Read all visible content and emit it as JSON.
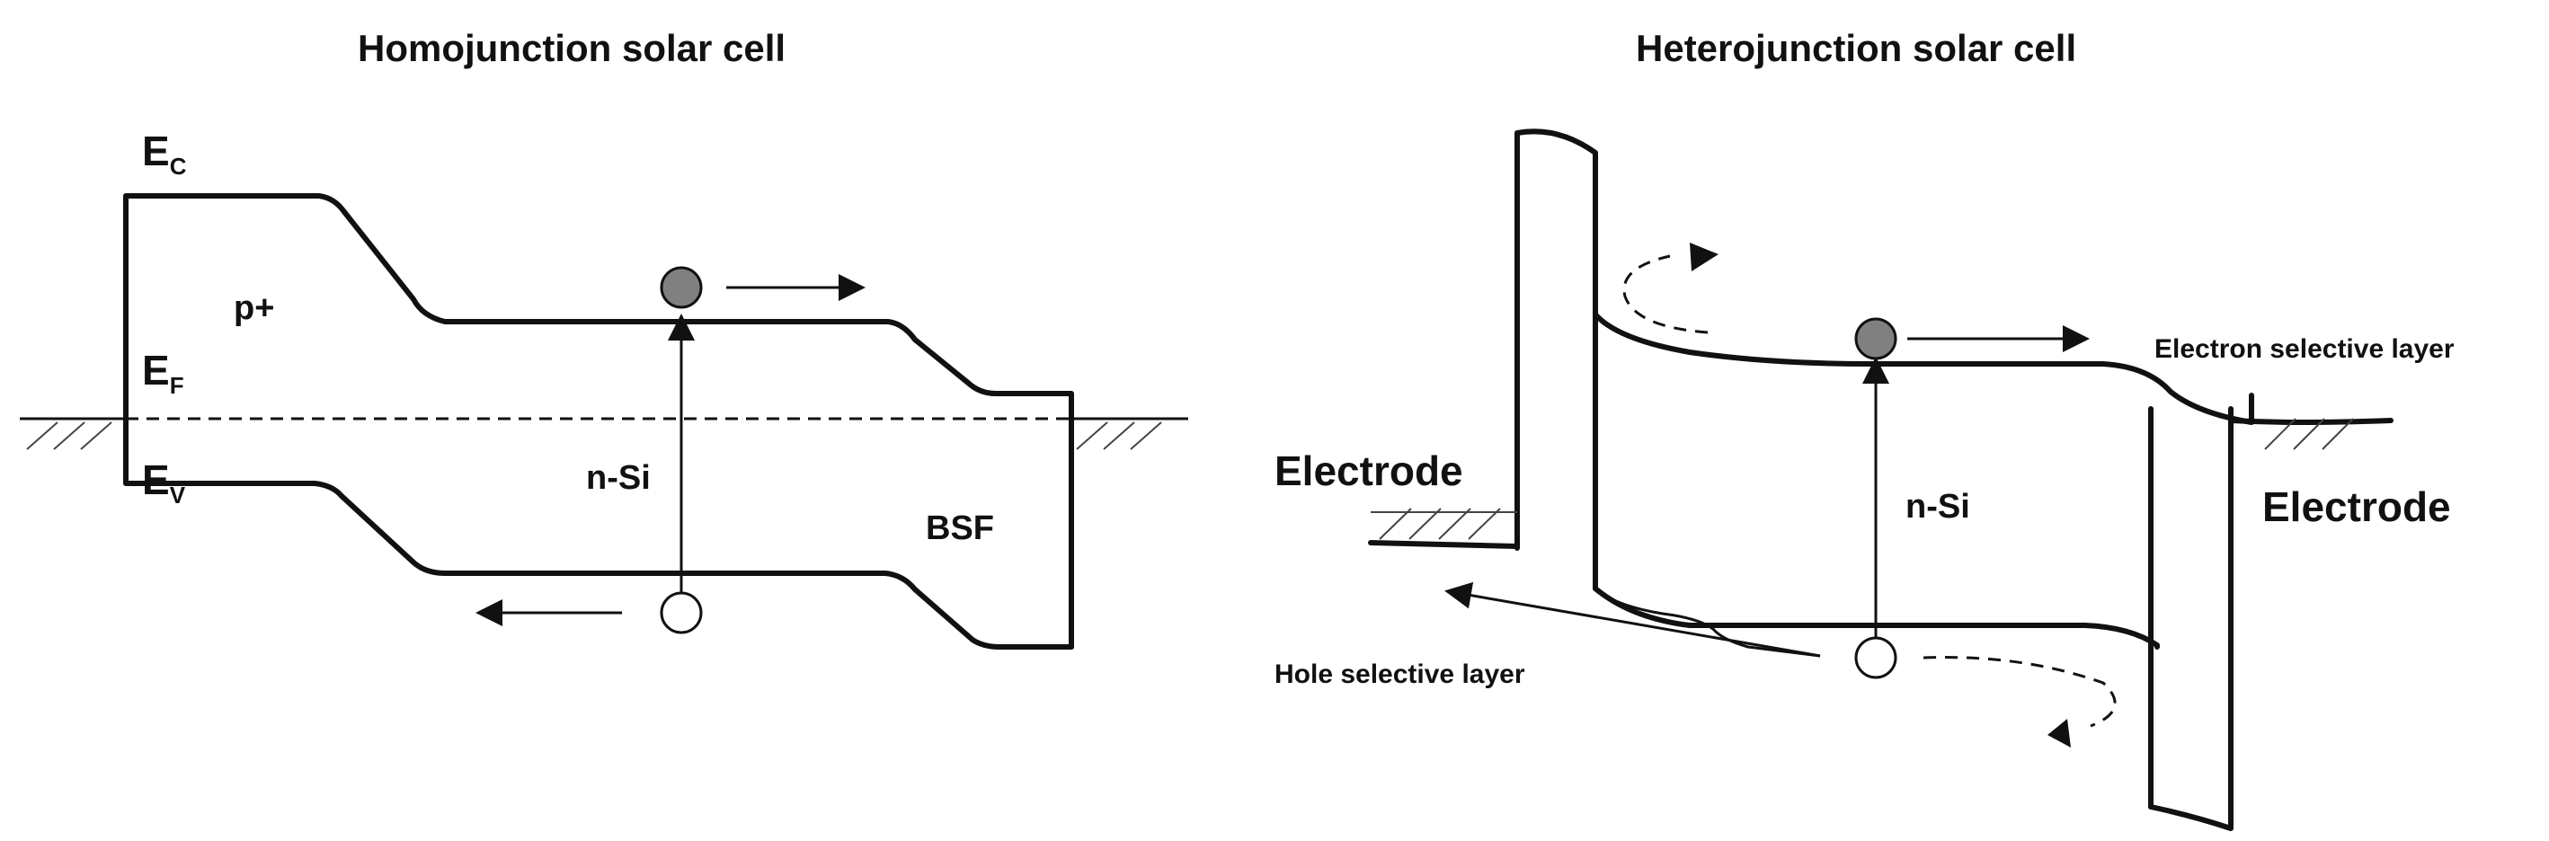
{
  "homojunction": {
    "title": "Homojunction solar cell",
    "label_ec_main": "E",
    "label_ec_sub": "C",
    "label_ef_main": "E",
    "label_ef_sub": "F",
    "label_ev_main": "E",
    "label_ev_sub": "V",
    "label_p_plus": "p+",
    "label_n_si": "n-Si",
    "label_bsf": "BSF"
  },
  "heterojunction": {
    "title": "Heterojunction solar cell",
    "label_electrode_left": "Electrode",
    "label_electrode_right": "Electrode",
    "label_n_si": "n-Si",
    "label_electron_selective": "Electron selective layer",
    "label_hole_selective": "Hole selective layer"
  },
  "colors": {
    "line": "#111111",
    "electron_fill": "#808080",
    "hole_fill": "#ffffff"
  }
}
